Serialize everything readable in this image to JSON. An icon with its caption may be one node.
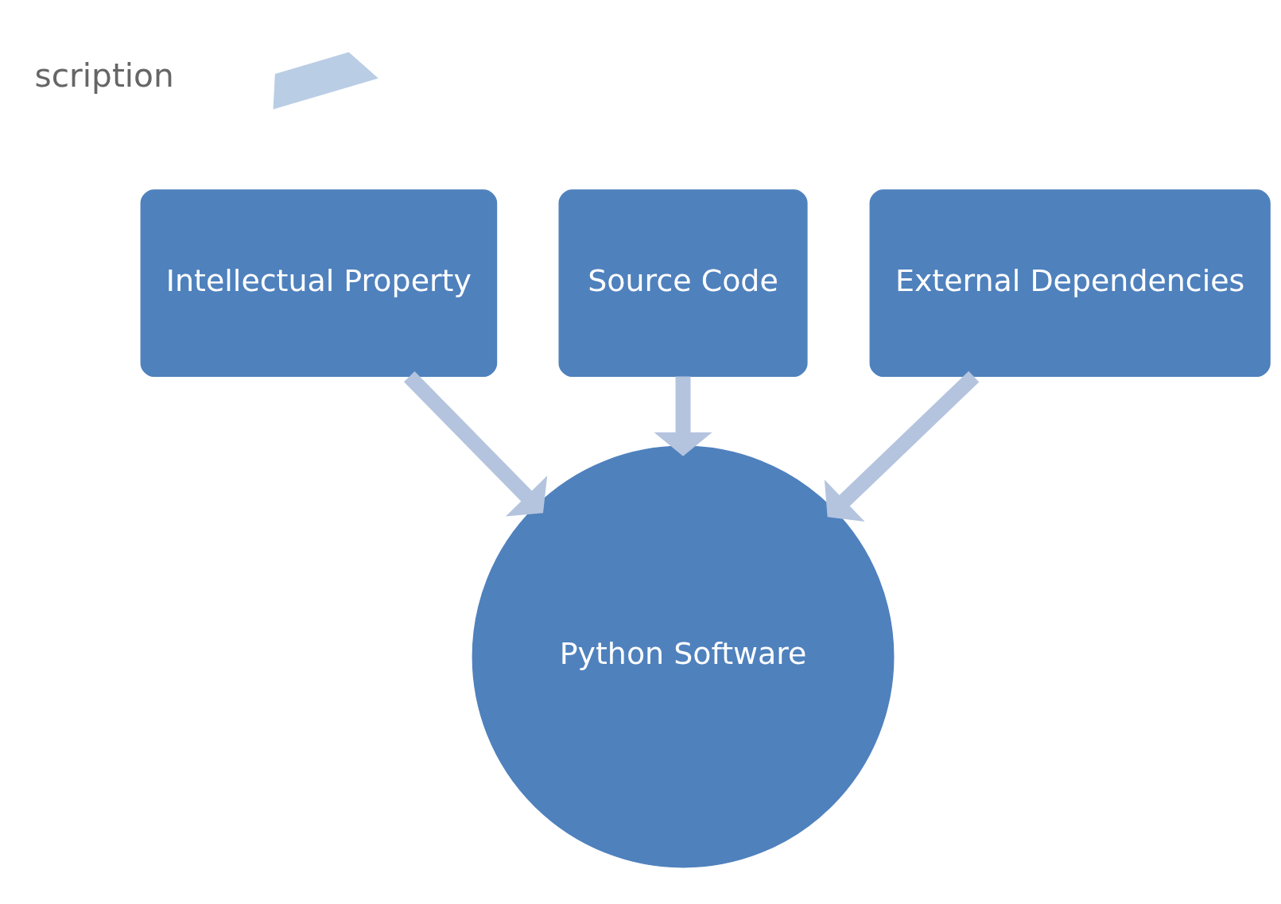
{
  "diagram": {
    "nodes": [
      {
        "text": [
          "Intellectual Property"
        ]
      },
      {
        "text": [],
        "shape": "lightning"
      },
      {
        "text": [
          "Source Code"
        ]
      },
      {
        "text": [
          "External Dependencies"
        ]
      },
      {
        "text": [
          "Python Software"
        ]
      }
    ],
    "edges": [
      {
        "from": 2,
        "to": 4,
        "arrow": "to"
      },
      {
        "from": 0,
        "to": 4,
        "arrow": "to"
      },
      {
        "from": 3,
        "to": 4,
        "arrow": "to"
      }
    ],
    "labels": [
      "scription"
    ]
  }
}
